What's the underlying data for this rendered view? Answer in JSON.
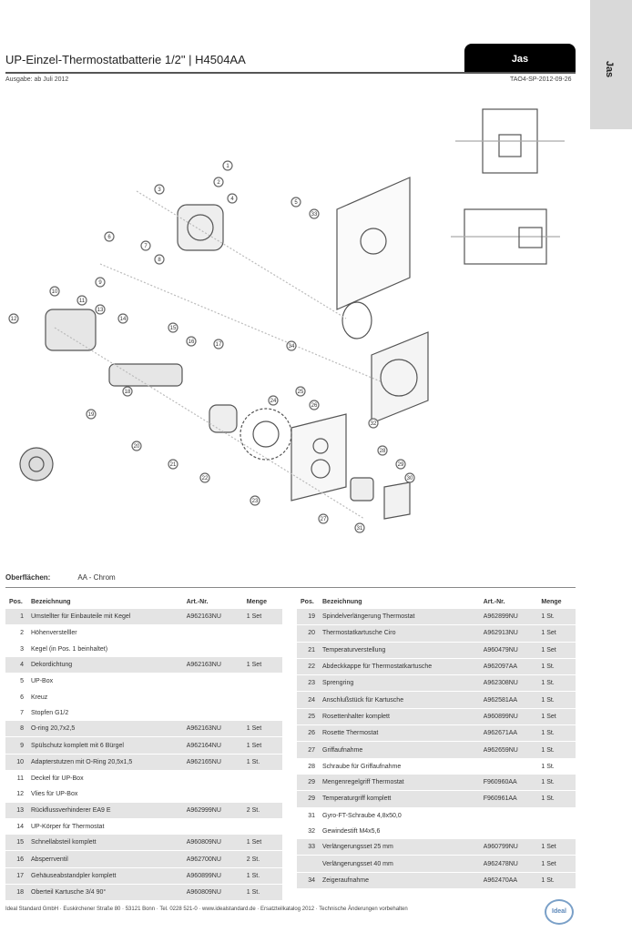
{
  "header": {
    "title": "UP-Einzel-Thermostatbatterie 1/2\" | H4504AA",
    "badge": "Jas",
    "since": "Ausgabe:  ab Juli 2012",
    "code": "TAO4-SP-2012-09-26",
    "side_tab": "Jas"
  },
  "surface": {
    "label": "Oberflächen:",
    "value": "AA - Chrom"
  },
  "columns": {
    "pos": "Pos.",
    "name": "Bezeichnung",
    "art": "Art.-Nr.",
    "qty": "Menge"
  },
  "callouts": [
    "1",
    "2",
    "3",
    "4",
    "5",
    "6",
    "7",
    "8",
    "9",
    "10",
    "11",
    "12",
    "13",
    "14",
    "15",
    "16",
    "17",
    "18",
    "19",
    "20",
    "21",
    "22",
    "23",
    "24",
    "25",
    "26",
    "27",
    "28",
    "29",
    "30",
    "31",
    "32",
    "33",
    "34"
  ],
  "left_rows": [
    {
      "pos": "1",
      "name": "Umstellter für Einbauteile mit Kegel",
      "art": "A962163NU",
      "qty": "1 Set",
      "s": true
    },
    {
      "pos": "2",
      "name": "Höhenverstelller",
      "art": "",
      "qty": "",
      "s": false
    },
    {
      "pos": "3",
      "name": "Kegel (in Pos. 1 beinhaltet)",
      "art": "",
      "qty": "",
      "s": false
    },
    {
      "pos": "4",
      "name": "Dekordichtung",
      "art": "A962163NU",
      "qty": "1 Set",
      "s": true
    },
    {
      "pos": "5",
      "name": "UP-Box",
      "art": "",
      "qty": "",
      "s": false
    },
    {
      "pos": "6",
      "name": "Kreuz",
      "art": "",
      "qty": "",
      "s": false
    },
    {
      "pos": "7",
      "name": "Stopfen G1/2",
      "art": "",
      "qty": "",
      "s": false
    },
    {
      "pos": "8",
      "name": "O-ring 20,7x2,5",
      "art": "A962163NU",
      "qty": "1 Set",
      "s": true
    },
    {
      "pos": "9",
      "name": "Spülschutz komplett mit 6 Bürgel",
      "art": "A962164NU",
      "qty": "1 Set",
      "s": true
    },
    {
      "pos": "10",
      "name": "Adapterstutzen mit O-Ring 20,5x1,5",
      "art": "A962165NU",
      "qty": "1 St.",
      "s": true
    },
    {
      "pos": "11",
      "name": "Deckel für UP-Box",
      "art": "",
      "qty": "",
      "s": false
    },
    {
      "pos": "12",
      "name": "Vlies für UP-Box",
      "art": "",
      "qty": "",
      "s": false
    },
    {
      "pos": "13",
      "name": "Rückflussverhinderer EA9 E",
      "art": "A962999NU",
      "qty": "2 St.",
      "s": true
    },
    {
      "pos": "14",
      "name": "UP-Körper für Thermostat",
      "art": "",
      "qty": "",
      "s": false
    },
    {
      "pos": "15",
      "name": "Schnellabsteil komplett",
      "art": "A960809NU",
      "qty": "1 Set",
      "s": true
    },
    {
      "pos": "16",
      "name": "Absperrventil",
      "art": "A962700NU",
      "qty": "2 St.",
      "s": true
    },
    {
      "pos": "17",
      "name": "Gehäuseabstandpler komplett",
      "art": "A960899NU",
      "qty": "1 St.",
      "s": true
    },
    {
      "pos": "18",
      "name": "Oberteil Kartusche 3/4 90°",
      "art": "A960809NU",
      "qty": "1 St.",
      "s": true
    }
  ],
  "right_rows": [
    {
      "pos": "19",
      "name": "Spindelverlängerung Thermostat",
      "art": "A962899NU",
      "qty": "1 St.",
      "s": true
    },
    {
      "pos": "20",
      "name": "Thermostatkartusche Ciro",
      "art": "A962913NU",
      "qty": "1 Set",
      "s": true
    },
    {
      "pos": "21",
      "name": "Temperaturverstellung",
      "art": "A960479NU",
      "qty": "1 Set",
      "s": true
    },
    {
      "pos": "22",
      "name": "Abdeckkappe für Thermostatkartusche",
      "art": "A962097AA",
      "qty": "1 St.",
      "s": true
    },
    {
      "pos": "23",
      "name": "Sprengring",
      "art": "A962308NU",
      "qty": "1 St.",
      "s": true
    },
    {
      "pos": "24",
      "name": "Anschlußstück für Kartusche",
      "art": "A962581AA",
      "qty": "1 St.",
      "s": true
    },
    {
      "pos": "25",
      "name": "Rosettenhalter komplett",
      "art": "A960899NU",
      "qty": "1 Set",
      "s": true
    },
    {
      "pos": "26",
      "name": "Rosette Thermostat",
      "art": "A962671AA",
      "qty": "1 St.",
      "s": true
    },
    {
      "pos": "27",
      "name": "Griffaufnahme",
      "art": "A962659NU",
      "qty": "1 St.",
      "s": true
    },
    {
      "pos": "28",
      "name": "Schraube für Griffaufnahme",
      "art": "",
      "qty": "1 St.",
      "s": false
    },
    {
      "pos": "29",
      "name": "Mengenregelgriff Thermostat",
      "art": "F960960AA",
      "qty": "1 St.",
      "s": true
    },
    {
      "pos": "29",
      "name": "Temperaturgriff komplett",
      "art": "F960961AA",
      "qty": "1 St.",
      "s": true
    },
    {
      "pos": "31",
      "name": "Gyro-FT-Schraube 4,8x50,0",
      "art": "",
      "qty": "",
      "s": false
    },
    {
      "pos": "32",
      "name": "Gewindestift M4x5,6",
      "art": "",
      "qty": "",
      "s": false
    },
    {
      "pos": "33",
      "name": "Verlängerungsset 25 mm",
      "art": "A960799NU",
      "qty": "1 Set",
      "s": true
    },
    {
      "pos": "",
      "name": "Verlängerungsset 40 mm",
      "art": "A962478NU",
      "qty": "1 Set",
      "s": true
    },
    {
      "pos": "34",
      "name": "Zeigeraufnahme",
      "art": "A962470AA",
      "qty": "1 St.",
      "s": true
    }
  ],
  "footer": {
    "text": "Ideal Standard GmbH · Euskirchener Straße 80 · 53121 Bonn · Tel. 0228 521-0 · www.idealstandard.de · Ersatzteilkatalog 2012 · Technische Änderungen vorbehalten",
    "logo": "Ideal"
  }
}
